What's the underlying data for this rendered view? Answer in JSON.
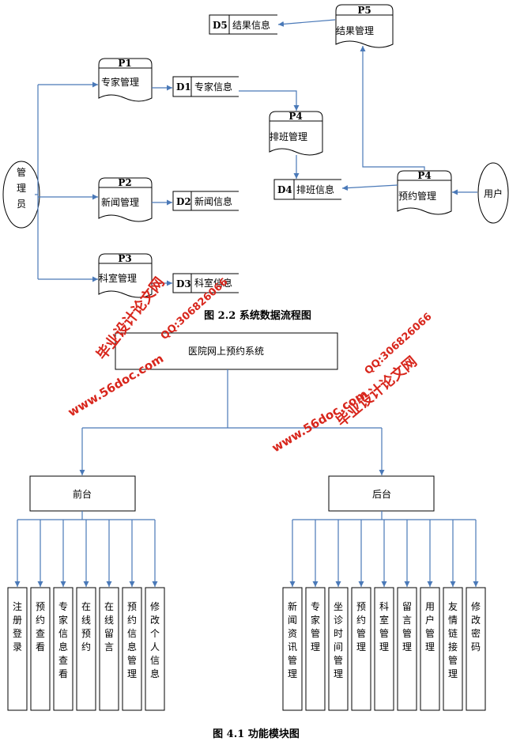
{
  "dfd": {
    "entities": {
      "admin": "管理员",
      "user": "用户"
    },
    "processes": {
      "p1": {
        "id": "P1",
        "name": "专家管理"
      },
      "p2": {
        "id": "P2",
        "name": "新闻管理"
      },
      "p3": {
        "id": "P3",
        "name": "科室管理"
      },
      "p4a": {
        "id": "P4",
        "name": "排班管理"
      },
      "p4b": {
        "id": "P4",
        "name": "预约管理"
      },
      "p5": {
        "id": "P5",
        "name": "结果管理"
      }
    },
    "stores": {
      "d1": {
        "id": "D1",
        "name": "专家信息"
      },
      "d2": {
        "id": "D2",
        "name": "新闻信息"
      },
      "d3": {
        "id": "D3",
        "name": "科室信息"
      },
      "d4": {
        "id": "D4",
        "name": "排班信息"
      },
      "d5": {
        "id": "D5",
        "name": "结果信息"
      }
    },
    "caption": "图 2.2 系统数据流程图"
  },
  "modules": {
    "root": "医院网上预约系统",
    "front": {
      "name": "前台",
      "items": [
        "注册登录",
        "预约查看",
        "专家信息查看",
        "在线预约",
        "在线留言",
        "预约信息管理",
        "修改个人信息"
      ]
    },
    "back": {
      "name": "后台",
      "items": [
        "新闻资讯管理",
        "专家管理",
        "坐诊时间管理",
        "预约管理",
        "科室管理",
        "留言管理",
        "用户管理",
        "友情链接管理",
        "修改密码"
      ]
    },
    "caption": "图 4.1 功能模块图"
  },
  "watermark": {
    "site": "www.56doc.com",
    "qq": "QQ:306826066",
    "brand": "毕业设计论文网"
  },
  "colors": {
    "arrow": "#4a79b8",
    "watermark": "#d8261c"
  }
}
